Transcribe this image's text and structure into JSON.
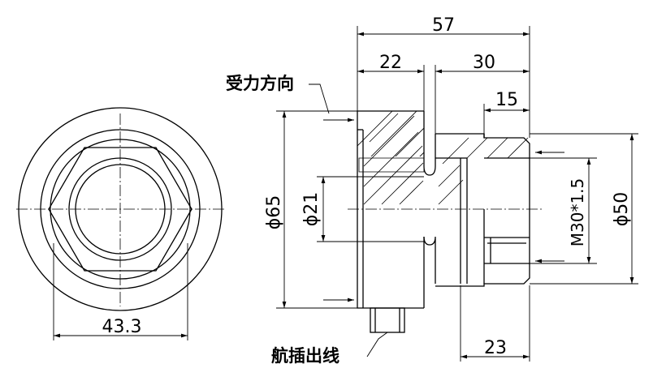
{
  "labels": {
    "force_direction": "受力方向",
    "cable_outlet": "航插出线"
  },
  "dimensions": {
    "overall_length": "57",
    "flange_length": "22",
    "body_length": "30",
    "thread_length": "15",
    "bore_depth": "23",
    "across_flats": "43.3",
    "flange_dia": "ϕ65",
    "bore_dia": "ϕ21",
    "body_dia": "ϕ50",
    "thread_spec": "M30*1.5"
  }
}
